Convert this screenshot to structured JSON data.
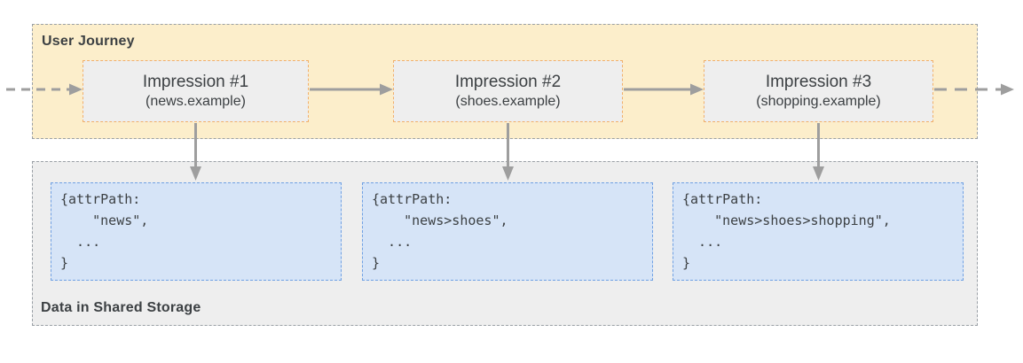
{
  "diagram": {
    "user_journey": {
      "label": "User Journey",
      "impressions": [
        {
          "title": "Impression #1",
          "subtitle": "(news.example)"
        },
        {
          "title": "Impression #2",
          "subtitle": "(shoes.example)"
        },
        {
          "title": "Impression #3",
          "subtitle": "(shopping.example)"
        }
      ]
    },
    "shared_storage": {
      "label": "Data in Shared Storage",
      "entries": [
        {
          "lines": [
            "{attrPath:",
            "    \"news\",",
            "  ...",
            "}"
          ]
        },
        {
          "lines": [
            "{attrPath:",
            "    \"news>shoes\",",
            "  ...",
            "}"
          ]
        },
        {
          "lines": [
            "{attrPath:",
            "    \"news>shoes>shopping\",",
            "  ...",
            "}"
          ]
        }
      ]
    },
    "icons": {
      "flow_arrows": "right-arrow-icon",
      "store_arrows": "down-arrow-icon"
    }
  },
  "colors": {
    "journey-bg": "#FCEECB",
    "journey-border": "#9AA0A6",
    "node-bg": "#EEEEEE",
    "node-border": "#F1AF6A",
    "storage-bg": "#EEEEEE",
    "storage-border": "#9AA0A6",
    "entry-bg": "#D6E4F7",
    "entry-border": "#6FA0E3",
    "arrow": "#9E9E9E",
    "text": "#3C4043"
  }
}
